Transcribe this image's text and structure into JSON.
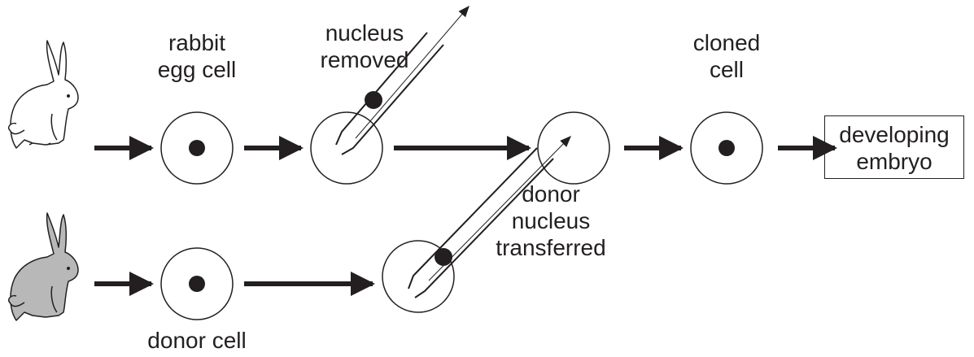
{
  "labels": {
    "rabbit_egg_cell": [
      "rabbit",
      "egg cell"
    ],
    "nucleus_removed": [
      "nucleus",
      "removed"
    ],
    "cloned_cell": [
      "cloned",
      "cell"
    ],
    "donor_nucleus_transferred": [
      "donor",
      "nucleus",
      "transferred"
    ],
    "donor_cell": "donor cell",
    "developing_embryo": [
      "developing",
      "embryo"
    ]
  },
  "colors": {
    "ink": "#231f20",
    "donor_rabbit_fill": "#b8b8b8",
    "egg_rabbit_fill": "#ffffff"
  },
  "icons": [
    "white-rabbit-icon",
    "grey-rabbit-icon",
    "micropipette-icon",
    "arrow-right-icon"
  ]
}
